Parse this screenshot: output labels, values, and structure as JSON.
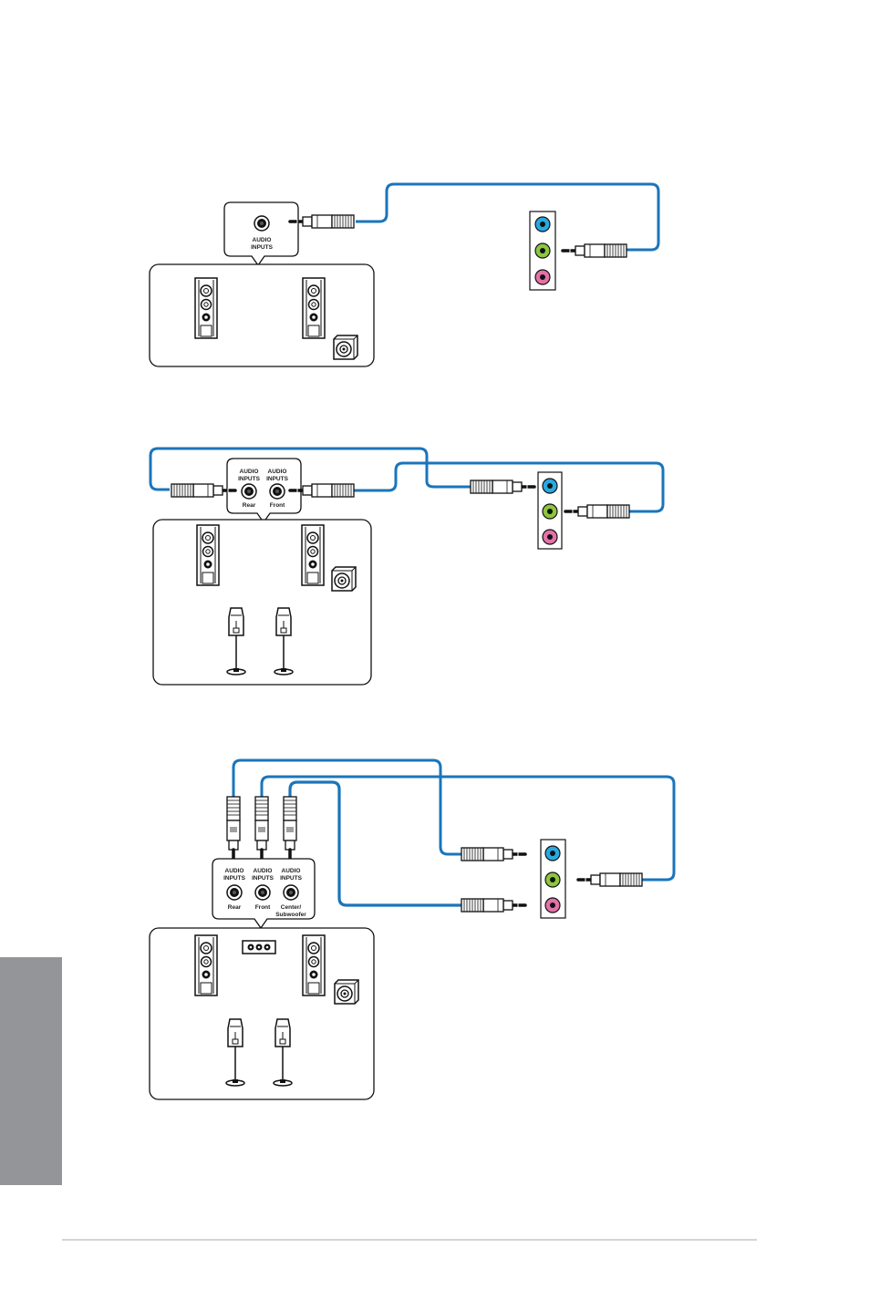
{
  "colors": {
    "cable": "#1a75bb",
    "jack_blue": "#27aae1",
    "jack_green": "#8dc63f",
    "jack_pink": "#e472a8",
    "side_tab": "#939598"
  },
  "diagram1": {
    "inputs_label_1": "AUDIO",
    "inputs_label_2": "INPUTS"
  },
  "diagram2": {
    "rear_label_1": "AUDIO",
    "rear_label_2": "INPUTS",
    "rear_caption": "Rear",
    "front_label_1": "AUDIO",
    "front_label_2": "INPUTS",
    "front_caption": "Front"
  },
  "diagram3": {
    "rear_label_1": "AUDIO",
    "rear_label_2": "INPUTS",
    "rear_caption": "Rear",
    "front_label_1": "AUDIO",
    "front_label_2": "INPUTS",
    "front_caption": "Front",
    "center_label_1": "AUDIO",
    "center_label_2": "INPUTS",
    "center_caption_1": "Center/",
    "center_caption_2": "Subwoofer"
  }
}
